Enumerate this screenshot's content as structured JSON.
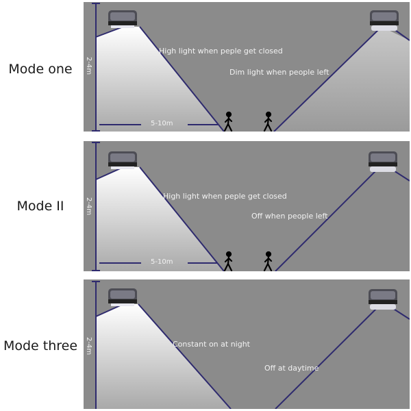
{
  "modes": [
    {
      "label": "Mode one",
      "height_label": "2-4m",
      "distance_label": "5-10m",
      "caption_near": "High light when peple get closed",
      "caption_far": "Dim light when people left",
      "show_people": true,
      "far_light": "dim"
    },
    {
      "label": "Mode II",
      "height_label": "2-4m",
      "distance_label": "5-10m",
      "caption_near": "High light when peple get closed",
      "caption_far": "Off when people left",
      "show_people": true,
      "far_light": "off"
    },
    {
      "label": "Mode three",
      "height_label": "2-4m",
      "distance_label": "",
      "caption_near": "Constant on at night",
      "caption_far": "Off at daytime",
      "show_people": false,
      "far_light": "off"
    }
  ],
  "colors": {
    "panel_bg": "#8b8b8b",
    "beam_line": "#2e2a6e",
    "text": "#f2f2f2"
  }
}
